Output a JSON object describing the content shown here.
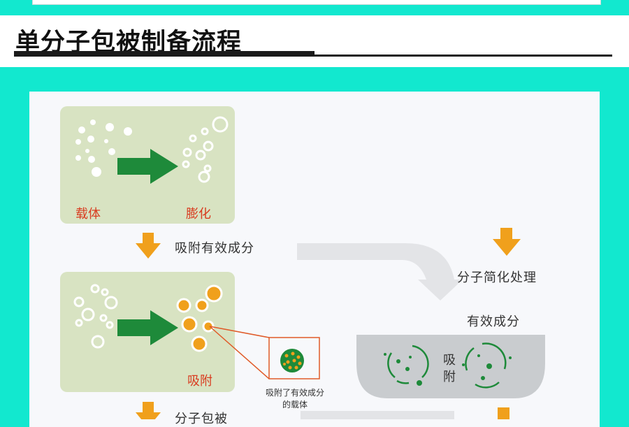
{
  "header": {
    "title": "单分子包被制备流程"
  },
  "diagram": {
    "panel1": {
      "left_label": "载体",
      "right_label": "膨化"
    },
    "step1_label": "吸附有效成分",
    "panel2": {
      "label": "吸附"
    },
    "callout_label": "吸附了有效成分的载体",
    "step2_label": "分子包被",
    "right_step_label": "分子简化处理",
    "effective_label": "有效成分",
    "bowl_label": "吸附"
  },
  "colors": {
    "background": "#12e8cf",
    "panel_green": "#d8e3c2",
    "arrow_green": "#1e8a3a",
    "arrow_orange": "#f0a01c",
    "label_red": "#d93b1f",
    "bowl_gray": "#c9cccf"
  }
}
